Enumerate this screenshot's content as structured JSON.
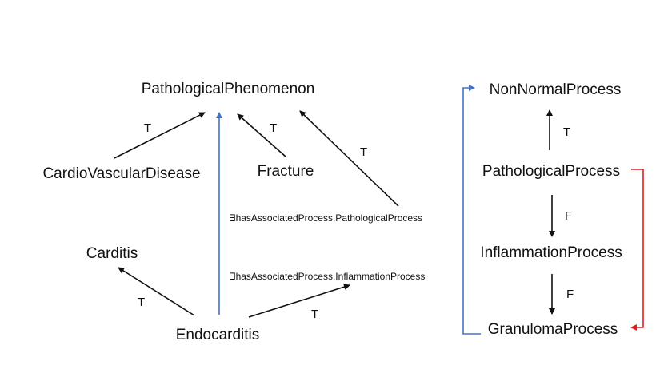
{
  "nodes": {
    "pathological_phenomenon": "PathologicalPhenomenon",
    "cardiovascular_disease": "CardioVascularDisease",
    "fracture": "Fracture",
    "carditis": "Carditis",
    "endocarditis": "Endocarditis",
    "non_normal_process": "NonNormalProcess",
    "pathological_process": "PathologicalProcess",
    "inflammation_process": "InflammationProcess",
    "granuloma_process": "GranulomaProcess"
  },
  "edge_labels": {
    "cvd_to_pp": "T",
    "fracture_to_pp": "T",
    "assoc_pathological_to_pp": "T",
    "endo_to_carditis": "T",
    "endo_to_assoc_inflammation": "T",
    "pathproc_to_nonnormal": "T",
    "pathproc_to_inflammation": "F",
    "inflammation_to_granuloma": "F"
  },
  "expressions": {
    "assoc_pathological": "∃hasAssociatedProcess.PathologicalProcess",
    "assoc_inflammation": "∃hasAssociatedProcess.InflammationProcess"
  },
  "colors": {
    "black_edge": "#111111",
    "blue_edge": "#4472c4",
    "red_edge": "#e02020"
  }
}
